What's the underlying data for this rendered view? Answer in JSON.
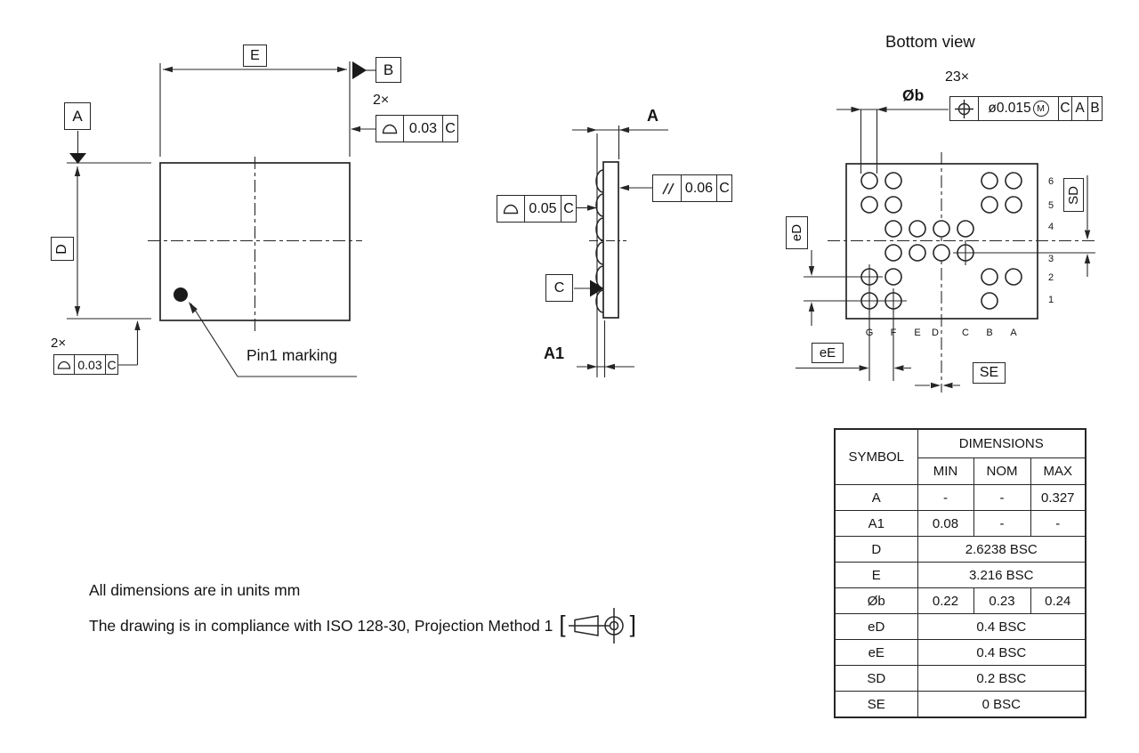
{
  "colors": {
    "line": "#262626",
    "text": "#141414",
    "background": "#ffffff",
    "fill_black": "#1a1a1a"
  },
  "top_view": {
    "datum_a": "A",
    "datum_b": "B",
    "dim_e": "E",
    "dim_d": "D",
    "count_top": "2×",
    "fcf_top": {
      "symbol": "profile-of-surface",
      "value": "0.03",
      "datum": "C"
    },
    "count_bottom": "2×",
    "fcf_bottom": {
      "symbol": "profile-of-surface",
      "value": "0.03",
      "datum": "C"
    },
    "pin1_label": "Pin1 marking"
  },
  "side_view": {
    "dim_a": "A",
    "dim_a1": "A1",
    "datum_c": "C",
    "fcf_profile": {
      "symbol": "profile-of-surface",
      "value": "0.05",
      "datum": "C"
    },
    "fcf_parallelism": {
      "symbol": "parallelism",
      "value": "0.06",
      "datum": "C"
    }
  },
  "bottom_view": {
    "title": "Bottom view",
    "ball_count": "23×",
    "ball_diameter_label": "Øb",
    "fcf_position": {
      "symbol": "true-position",
      "tolerance": "ø0.015",
      "modifier": "M",
      "datum_1": "C",
      "datum_2": "A",
      "datum_3": "B"
    },
    "pitch_d_label": "eD",
    "pitch_e_label": "eE",
    "sd_label": "SD",
    "se_label": "SE",
    "columns": [
      "G",
      "F",
      "E",
      "D",
      "C",
      "B",
      "A"
    ],
    "rows": [
      "6",
      "5",
      "4",
      "3",
      "2",
      "1"
    ],
    "balls": [
      {
        "col": "G",
        "row": 6,
        "cross": false
      },
      {
        "col": "F",
        "row": 6,
        "cross": false
      },
      {
        "col": "B",
        "row": 6,
        "cross": false
      },
      {
        "col": "A",
        "row": 6,
        "cross": false
      },
      {
        "col": "G",
        "row": 5,
        "cross": false
      },
      {
        "col": "F",
        "row": 5,
        "cross": false
      },
      {
        "col": "B",
        "row": 5,
        "cross": false
      },
      {
        "col": "A",
        "row": 5,
        "cross": false
      },
      {
        "col": "F",
        "row": 4,
        "cross": false
      },
      {
        "col": "E",
        "row": 4,
        "cross": false
      },
      {
        "col": "D",
        "row": 4,
        "cross": false
      },
      {
        "col": "C",
        "row": 4,
        "cross": false
      },
      {
        "col": "F",
        "row": 3,
        "cross": false
      },
      {
        "col": "E",
        "row": 3,
        "cross": false
      },
      {
        "col": "D",
        "row": 3,
        "cross": false
      },
      {
        "col": "C",
        "row": 3,
        "cross": true
      },
      {
        "col": "G",
        "row": 2,
        "cross": true
      },
      {
        "col": "F",
        "row": 2,
        "cross": false
      },
      {
        "col": "B",
        "row": 2,
        "cross": false
      },
      {
        "col": "A",
        "row": 2,
        "cross": false
      },
      {
        "col": "G",
        "row": 1,
        "cross": true
      },
      {
        "col": "F",
        "row": 1,
        "cross": true
      },
      {
        "col": "B",
        "row": 1,
        "cross": false
      }
    ]
  },
  "table": {
    "symbol_header": "SYMBOL",
    "dimensions_header": "DIMENSIONS",
    "sub_headers": [
      "MIN",
      "NOM",
      "MAX"
    ],
    "rows": [
      {
        "symbol": "A",
        "min": "-",
        "nom": "-",
        "max": "0.327"
      },
      {
        "symbol": "A1",
        "min": "0.08",
        "nom": "-",
        "max": "-"
      },
      {
        "symbol": "D",
        "span": "2.6238 BSC"
      },
      {
        "symbol": "E",
        "span": "3.216 BSC"
      },
      {
        "symbol": "Øb",
        "min": "0.22",
        "nom": "0.23",
        "max": "0.24"
      },
      {
        "symbol": "eD",
        "span": "0.4 BSC"
      },
      {
        "symbol": "eE",
        "span": "0.4 BSC"
      },
      {
        "symbol": "SD",
        "span": "0.2 BSC"
      },
      {
        "symbol": "SE",
        "span": "0 BSC"
      }
    ]
  },
  "notes": {
    "line1": "All dimensions are in units mm",
    "line2": "The drawing is in compliance with ISO 128-30, Projection Method 1",
    "bracket_open": "[",
    "bracket_close": "]"
  }
}
